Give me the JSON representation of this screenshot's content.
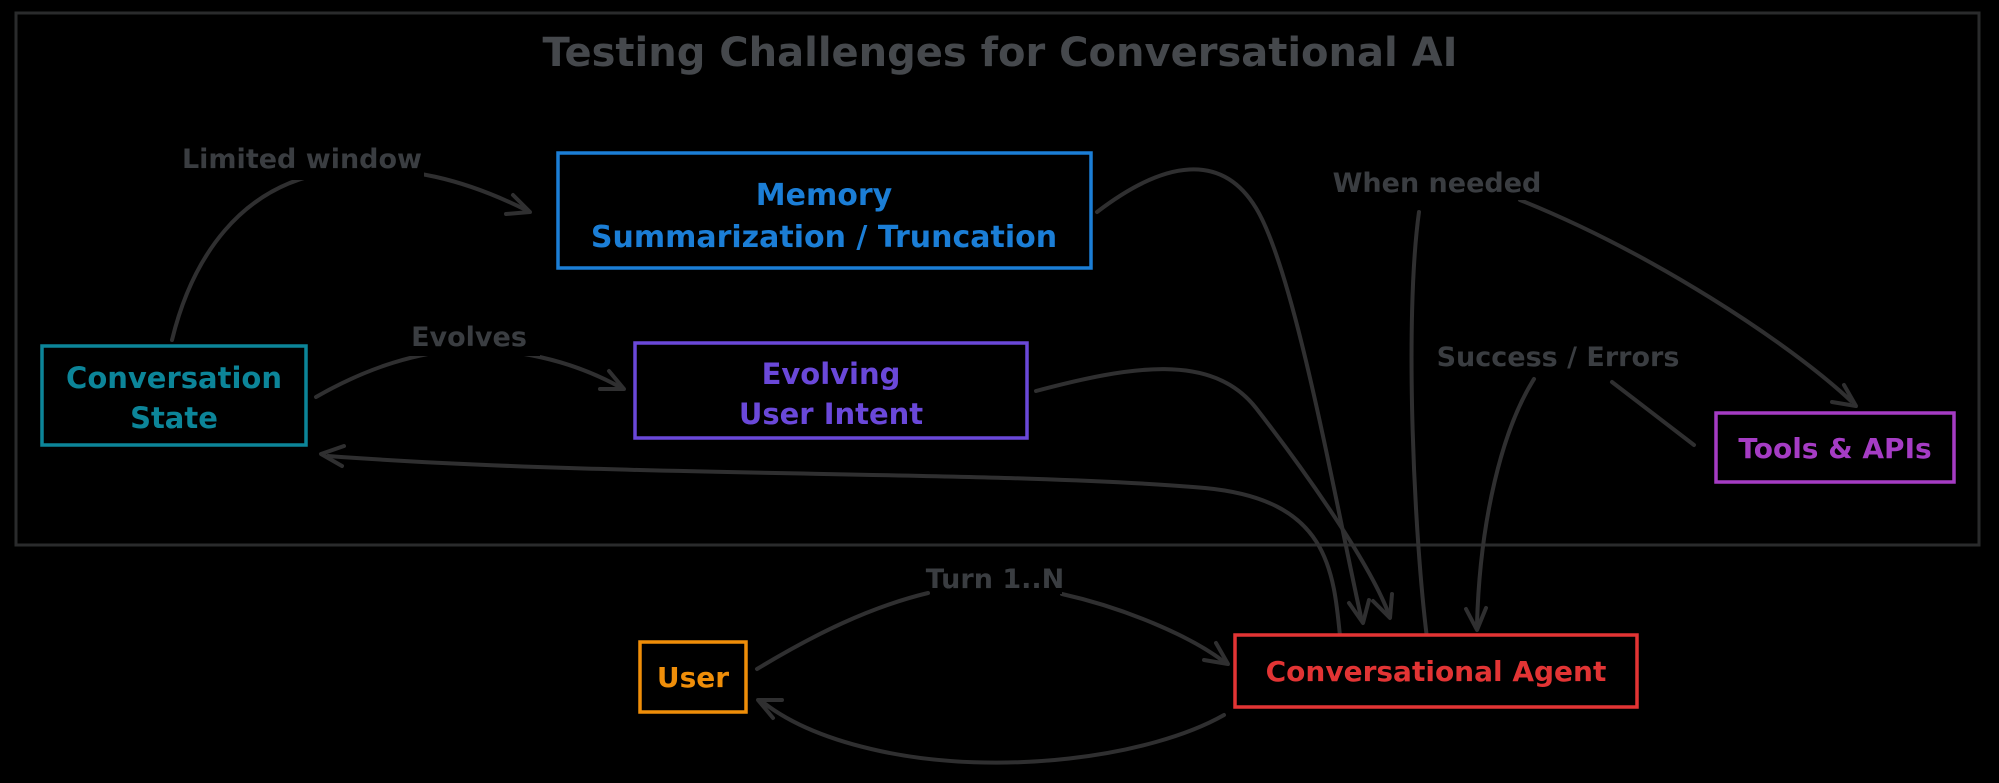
{
  "title": "Testing Challenges for Conversational AI",
  "nodes": {
    "memory": {
      "lines": [
        "Memory",
        "Summarization / Truncation"
      ],
      "color": "#1b7ed6"
    },
    "conversation_state": {
      "lines": [
        "Conversation",
        "State"
      ],
      "color": "#0c8599"
    },
    "evolving_user_intent": {
      "lines": [
        "Evolving",
        "User Intent"
      ],
      "color": "#6a48d9"
    },
    "tools_apis": {
      "lines": [
        "Tools & APIs"
      ],
      "color": "#a53cc4"
    },
    "user": {
      "lines": [
        "User"
      ],
      "color": "#ef8e09"
    },
    "conversational_agent": {
      "lines": [
        "Conversational Agent"
      ],
      "color": "#e23434"
    }
  },
  "edge_labels": {
    "limited_window": "Limited window",
    "evolves": "Evolves",
    "when_needed": "When needed",
    "success_errors": "Success / Errors",
    "turn_1_n": "Turn 1..N"
  },
  "edges": [
    {
      "from": "conversation_state",
      "to": "memory",
      "label": "Limited window"
    },
    {
      "from": "conversation_state",
      "to": "evolving_user_intent",
      "label": "Evolves"
    },
    {
      "from": "memory",
      "to": "conversational_agent",
      "label": ""
    },
    {
      "from": "evolving_user_intent",
      "to": "conversational_agent",
      "label": ""
    },
    {
      "from": "conversational_agent",
      "to": "conversation_state",
      "label": ""
    },
    {
      "from": "conversational_agent",
      "to": "tools_apis",
      "label": "When needed"
    },
    {
      "from": "tools_apis",
      "to": "conversational_agent",
      "label": "Success / Errors"
    },
    {
      "from": "user",
      "to": "conversational_agent",
      "label": "Turn 1..N"
    },
    {
      "from": "conversational_agent",
      "to": "user",
      "label": ""
    }
  ],
  "colors": {
    "background": "#000000",
    "frame": "#2a2b2c",
    "arrow": "#2f2f30",
    "edge_label": "#3a3d41",
    "title": "#45484c"
  }
}
